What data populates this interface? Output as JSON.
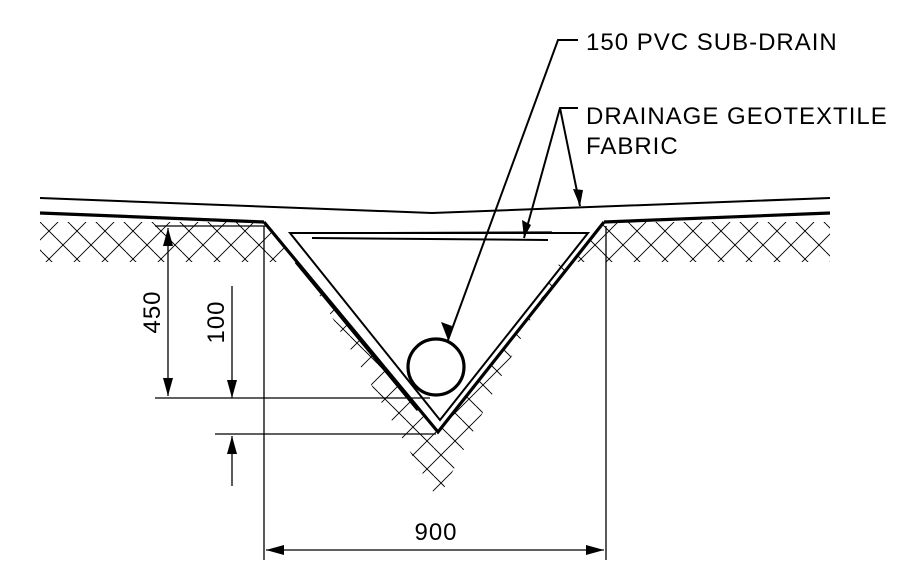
{
  "labels": {
    "pipe": "150 PVC SUB-DRAIN",
    "geotextile_line1": "DRAINAGE GEOTEXTILE",
    "geotextile_line2": "FABRIC"
  },
  "dimensions": {
    "width": "900",
    "depth_total": "450",
    "depth_below_pipe": "100"
  },
  "colors": {
    "line": "#000000",
    "background": "#ffffff"
  }
}
